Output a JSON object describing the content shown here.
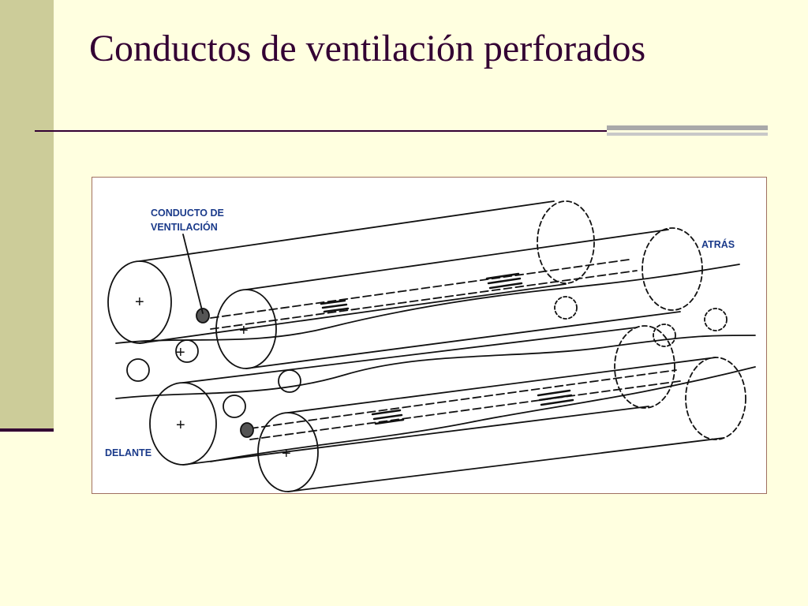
{
  "slide": {
    "title": "Conductos de ventilación perforados"
  },
  "figure": {
    "labels": {
      "duct_line1": "CONDUCTO DE",
      "duct_line2": "VENTILACIÓN",
      "back": "ATRÁS",
      "front": "DELANTE"
    },
    "colors": {
      "label": "#1a3a8a",
      "line": "#111111"
    }
  },
  "theme": {
    "background": "#ffffe0",
    "sidebar": "#cccc99",
    "accent": "#330033"
  }
}
